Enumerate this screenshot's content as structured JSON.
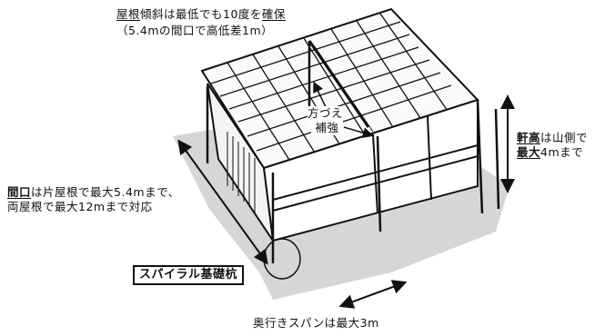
{
  "labels": {
    "roof_slope": {
      "line1_u1": "屋根",
      "line1_rest1": "傾斜は最低でも10度を",
      "line1_u2": "確保",
      "line2": "（5.4mの間口で高低差1m）"
    },
    "brace": {
      "line1": "方づえ",
      "line2": "補強"
    },
    "eave": {
      "line1_u": "軒高",
      "line1_rest": "は山側で",
      "line2_u": "最大",
      "line2_rest": "4mまで"
    },
    "frontage": {
      "line1_u": "間口",
      "line1_rest": "は片屋根で最大5.4mまで、",
      "line2": "両屋根で最大12mまで対応"
    },
    "foundation": "スパイラル基礎杭",
    "span": "奥行きスパンは最大3m"
  },
  "colors": {
    "line": "#111111",
    "shadow": "#d6d6d6"
  }
}
